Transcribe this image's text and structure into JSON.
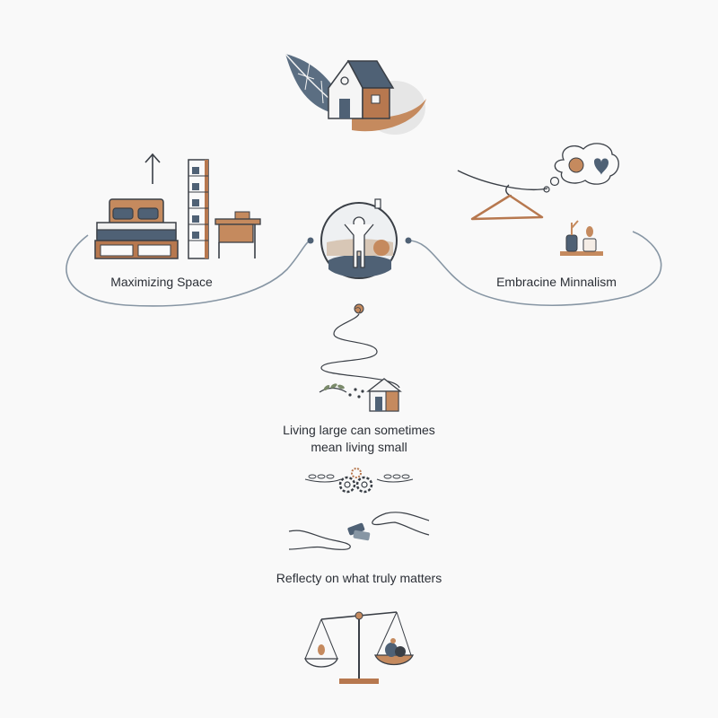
{
  "labels": {
    "maximizing_space": "Maximizing Space",
    "embracing_minimalism": "Embracine Minnalism",
    "living_large_line1": "Living large can sometimes",
    "living_large_line2": "mean living small",
    "reflect": "Reflecty on what truly matters"
  },
  "colors": {
    "slate": "#4f6175",
    "slate_light": "#6f8194",
    "copper": "#b7784f",
    "outline": "#3a3f46",
    "path": "#8796a4",
    "sand": "#d8c7b6"
  },
  "icons": [
    "house-leaf-icon",
    "bed-icon",
    "up-arrow-icon",
    "shelf-icon",
    "desk-icon",
    "person-sunrise-icon",
    "hanger-icon",
    "thought-bubble-icon",
    "vase-icon",
    "rose-icon",
    "winding-path-icon",
    "small-house-icon",
    "gears-laurel-icon",
    "hands-icon",
    "balance-scale-icon"
  ]
}
